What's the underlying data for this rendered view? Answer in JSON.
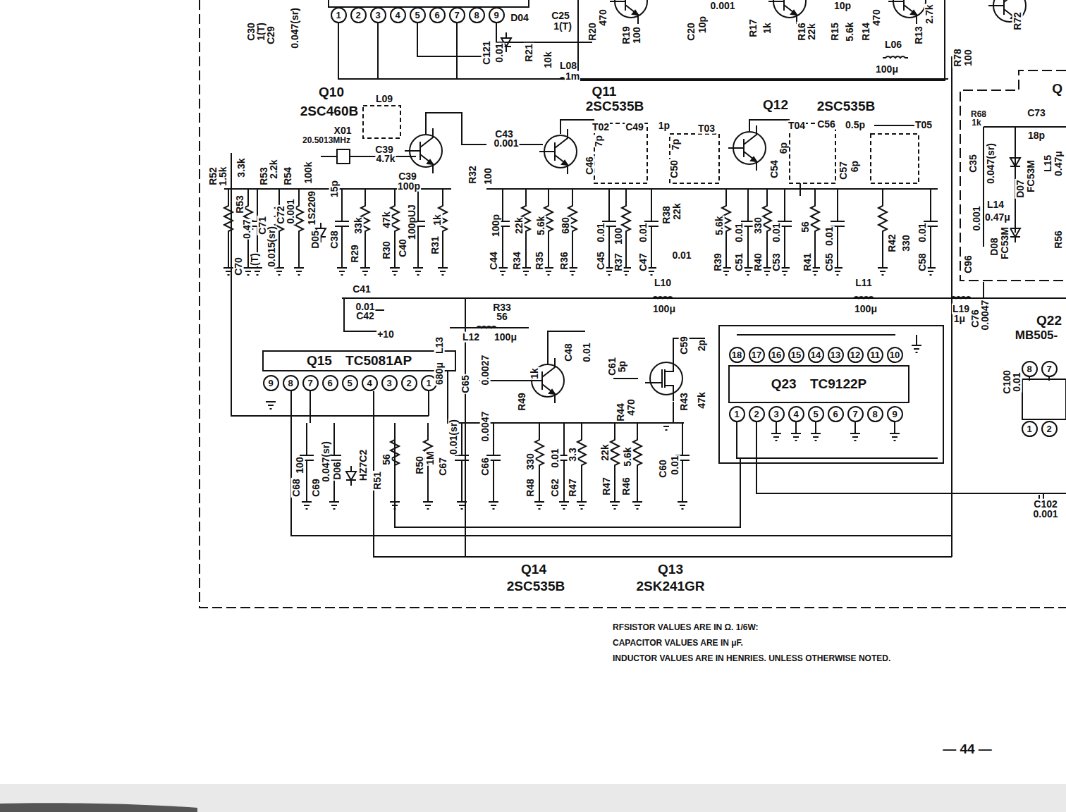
{
  "diagram": {
    "nodes": [
      {
        "text": [
          "1"
        ]
      },
      {
        "text": [
          "2"
        ]
      },
      {
        "text": [
          "3"
        ]
      },
      {
        "text": [
          "4"
        ]
      },
      {
        "text": [
          "5"
        ]
      },
      {
        "text": [
          "6"
        ]
      },
      {
        "text": [
          "7"
        ]
      },
      {
        "text": [
          "8"
        ]
      },
      {
        "text": [
          "9"
        ]
      },
      {
        "text": [
          "Q15 TC5081AP"
        ]
      },
      {
        "text": [
          "9"
        ]
      },
      {
        "text": [
          "8"
        ]
      },
      {
        "text": [
          "7"
        ]
      },
      {
        "text": [
          "6"
        ]
      },
      {
        "text": [
          "5"
        ]
      },
      {
        "text": [
          "4"
        ]
      },
      {
        "text": [
          "3"
        ]
      },
      {
        "text": [
          "2"
        ]
      },
      {
        "text": [
          "1"
        ]
      },
      {
        "text": [
          "18"
        ]
      },
      {
        "text": [
          "17"
        ]
      },
      {
        "text": [
          "16"
        ]
      },
      {
        "text": [
          "15"
        ]
      },
      {
        "text": [
          "14"
        ]
      },
      {
        "text": [
          "13"
        ]
      },
      {
        "text": [
          "12"
        ]
      },
      {
        "text": [
          "11"
        ]
      },
      {
        "text": [
          "10"
        ]
      },
      {
        "text": [
          "Q23 TC9122P"
        ]
      },
      {
        "text": [
          "1"
        ]
      },
      {
        "text": [
          "2"
        ]
      },
      {
        "text": [
          "3"
        ]
      },
      {
        "text": [
          "4"
        ]
      },
      {
        "text": [
          "5"
        ]
      },
      {
        "text": [
          "6"
        ]
      },
      {
        "text": [
          "7"
        ]
      },
      {
        "text": [
          "8"
        ]
      },
      {
        "text": [
          "9"
        ]
      },
      {
        "text": [
          "8"
        ]
      },
      {
        "text": [
          "7"
        ]
      },
      {
        "text": [
          "1"
        ]
      },
      {
        "text": [
          "2"
        ]
      }
    ],
    "labels": [
      "C30",
      "1(T)",
      "C29",
      "0.047(sr)",
      "C121",
      "0.01",
      "D04",
      "C25",
      "1(T)",
      "R21",
      "10k",
      "L08",
      "1m",
      "R20",
      "470",
      "R19",
      "100",
      "C20",
      "10p",
      "0.001",
      "R17",
      "1k",
      "R16",
      "22k",
      "R15",
      "5.6k",
      "10p",
      "R14",
      "470",
      "R13",
      "2.7k",
      "L06",
      "100μ",
      "R78",
      "100",
      "R72",
      "Q10",
      "2SC460B",
      "L09",
      "X01",
      "20.5013MHz",
      "C39",
      "4.7k",
      "C39",
      "100p",
      "Q11",
      "2SC535B",
      "T02",
      "C49",
      "1p",
      "T03",
      "C46",
      "7p",
      "C50",
      "7p",
      "C43",
      "0.001",
      "Q12",
      "2SC535B",
      "T04",
      "C56",
      "0.5p",
      "T05",
      "C54",
      "6p",
      "C57",
      "6p",
      "R52",
      "1.5k",
      "3.3k",
      "R53",
      "R53",
      "2.2k",
      "R54",
      "100k",
      "1S2209",
      "15p",
      "D05",
      "C38",
      "C72",
      "0.001",
      "C71",
      "0.015(sr)",
      "0.47",
      "(T)",
      "C70",
      "R29",
      "33k",
      "R30",
      "47k",
      "C40",
      "100pUJ",
      "R31",
      "1k",
      "C41",
      "0.01",
      "C42",
      "+10",
      "R32",
      "100",
      "C44",
      "100p",
      "R34",
      "22k",
      "R35",
      "5.6k",
      "R36",
      "680",
      "C45",
      "0.01",
      "R37",
      "100",
      "C47",
      "0.01",
      "R38",
      "22k",
      "0.01",
      "R39",
      "5.6k",
      "C51",
      "0.01",
      "R40",
      "330",
      "C53",
      "0.01",
      "R41",
      "56",
      "C55",
      "0.01",
      "R42",
      "330",
      "C58",
      "0.01",
      "R33",
      "56",
      "L10",
      "100μ",
      "L11",
      "100μ",
      "L19",
      "1μ",
      "C76",
      "0.0047",
      "Q",
      "R68",
      "1k",
      "C73",
      "18p",
      "C35",
      "0.047(sr)",
      "D07",
      "FC53M",
      "L15",
      "0.47μ",
      "L14",
      "0.47μ",
      "C96",
      "0.001",
      "D08",
      "FC53M",
      "R56",
      "Q22",
      "MB505-",
      "C100",
      "0.01",
      "C102",
      "0.001",
      "L13",
      "680μ",
      "L12",
      "100μ",
      "C65",
      "0.0027",
      "C48",
      "0.01",
      "R49",
      "1k",
      "C61",
      "5p",
      "R44",
      "470",
      "C59",
      "2p",
      "R43",
      "47k",
      "R50",
      "1M",
      "C67",
      "0.01(sr)",
      "C66",
      "0.0047",
      "R48",
      "330",
      "C62",
      "0.01",
      "R47",
      "3.3",
      "R47",
      "22k",
      "R46",
      "5.6k",
      "C60",
      "0.01",
      "C68",
      "100",
      "C69",
      "0.047(sr)",
      "D06",
      "HZ7C2",
      "R51",
      "56",
      "Q14",
      "2SC535B",
      "Q13",
      "2SK241GR",
      "RFSISTOR VALUES ARE IN Ω. 1/6W:",
      "CAPACITOR VALUES ARE IN μF.",
      "INDUCTOR VALUES ARE IN HENRIES. UNLESS OTHERWISE NOTED.",
      "— 44 —"
    ]
  }
}
